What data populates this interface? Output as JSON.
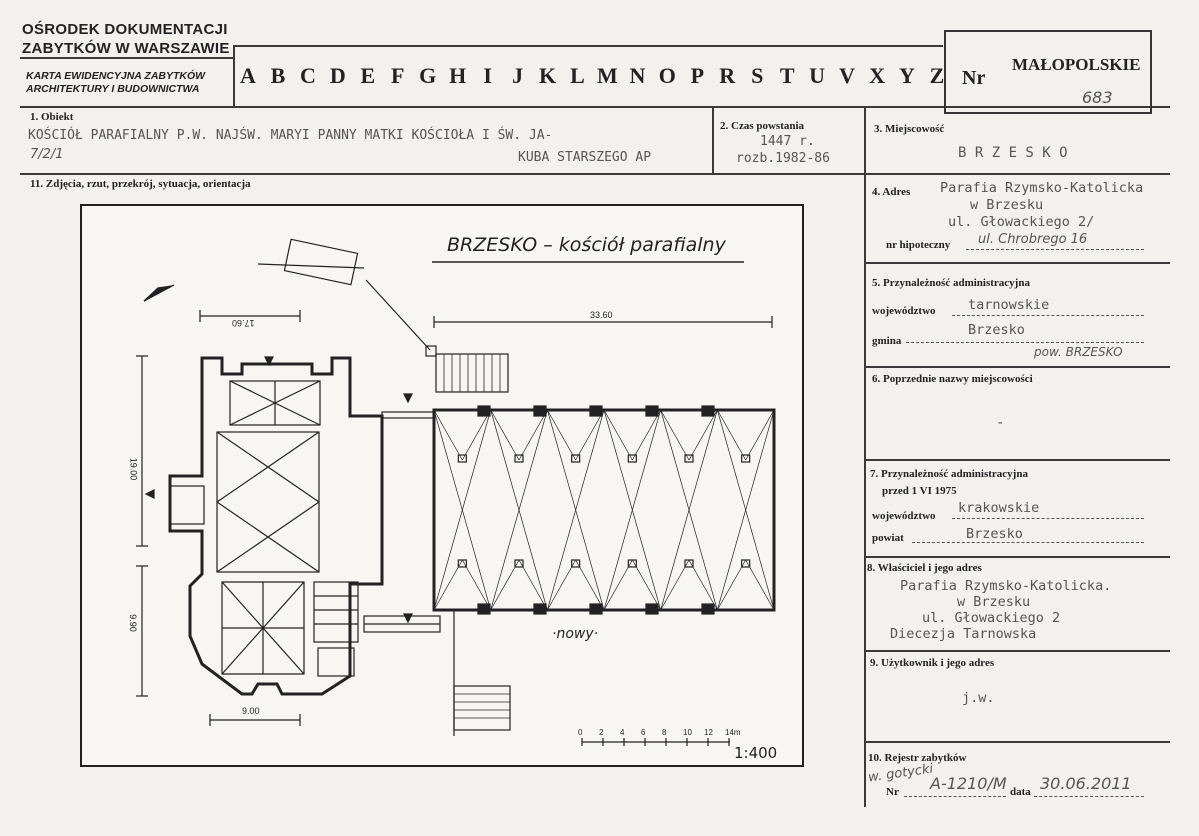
{
  "header": {
    "org_line1": "OŚRODEK DOKUMENTACJI",
    "org_line2": "ZABYTKÓW W WARSZAWIE",
    "card_line1": "KARTA EWIDENCYJNA ZABYTKÓW",
    "card_line2": "ARCHITEKTURY I BUDOWNICTWA",
    "letters": [
      "A",
      "B",
      "C",
      "D",
      "E",
      "F",
      "G",
      "H",
      "I",
      "J",
      "K",
      "L",
      "M",
      "N",
      "O",
      "P",
      "R",
      "S",
      "T",
      "U",
      "V",
      "X",
      "Y",
      "Z"
    ],
    "nr_label": "Nr",
    "region": "MAŁOPOLSKIE",
    "card_number": "683"
  },
  "obiekt": {
    "label": "1. Obiekt",
    "line1": "KOŚCIÓŁ PARAFIALNY P.W. NAJŚW. MARYI PANNY MATKI KOŚCIOŁA I ŚW. JA-",
    "line2": "KUBA STARSZEGO AP",
    "margin_note": "7/2/1"
  },
  "czas": {
    "label": "2. Czas powstania",
    "line1": "1447 r.",
    "line2": "rozb.1982-86"
  },
  "miejscowosc": {
    "label": "3. Miejscowość",
    "value": "B R Z E S K O"
  },
  "adres": {
    "label": "4. Adres",
    "line1": "Parafia Rzymsko-Katolicka",
    "line2": "w Brzesku",
    "line3": "ul. Głowackiego 2/",
    "hip_label": "nr hipoteczny",
    "hip_value": "ul. Chrobrego 16"
  },
  "przynaleznosc": {
    "label": "5. Przynależność administracyjna",
    "woj_label": "województwo",
    "woj_value": "tarnowskie",
    "gmina_label": "gmina",
    "gmina_value": "Brzesko",
    "pow_note": "pow. BRZESKO"
  },
  "poprzednie": {
    "label": "6. Poprzednie nazwy miejscowości",
    "value": "-"
  },
  "przed1975": {
    "label1": "7. Przynależność administracyjna",
    "label2": "przed 1 VI 1975",
    "woj_label": "województwo",
    "woj_value": "krakowskie",
    "pow_label": "powiat",
    "pow_value": "Brzesko"
  },
  "wlasciciel": {
    "label": "8. Właściciel i jego adres",
    "line1": "Parafia Rzymsko-Katolicka.",
    "line2": "w Brzesku",
    "line3": "ul. Głowackiego 2",
    "line4": "Diecezja Tarnowska"
  },
  "uzytkownik": {
    "label": "9. Użytkownik i jego adres",
    "value": "j.w."
  },
  "rejestr": {
    "label": "10. Rejestr zabytków",
    "note": "w. gotycki",
    "nr_label": "Nr",
    "nr_value": "A-1210/M",
    "data_label": "data",
    "data_value": "30.06.2011"
  },
  "zdjecia": {
    "label": "11. Zdjęcia, rzut, przekrój, sytuacja, orientacja"
  },
  "plan": {
    "title": "BRZESKO – kościół parafialny",
    "nowy": "·nowy·",
    "dim_top_left": "17.60",
    "dim_top_right": "33.60",
    "dim_left_upper": "19.00",
    "dim_left_lower": "9.90",
    "dim_bottom": "9.00",
    "scale_ticks": [
      "0",
      "2",
      "4",
      "6",
      "8",
      "10",
      "12",
      "14m"
    ],
    "scale_ratio": "1:400"
  }
}
